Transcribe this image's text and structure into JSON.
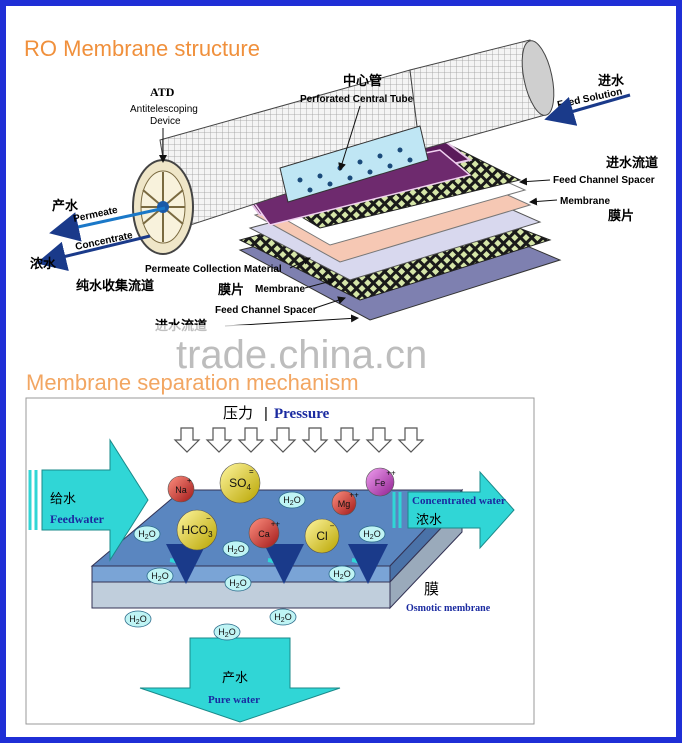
{
  "top": {
    "title": "RO Membrane structure",
    "labels": {
      "atd": "ATD",
      "atd_desc_1": "Antitelescoping",
      "atd_desc_2": "Device",
      "central_tube_cn": "中心管",
      "central_tube_en": "Perforated Central Tube",
      "feed_cn": "进水",
      "feed_en": "Feed Solution",
      "feed_spacer_cn": "进水流道",
      "feed_spacer_en": "Feed Channel Spacer",
      "membrane_en_right": "Membrane",
      "membrane_cn_right": "膜片",
      "permeate_cn": "产水",
      "permeate_en": "Permeate",
      "concentrate_en": "Concentrate",
      "concentrate_cn": "浓水",
      "permeate_collection_en": "Permeate Collection Material",
      "permeate_collection_cn": "纯水收集流道",
      "membrane_cn_bottom": "膜片",
      "membrane_en_bottom": "Membrane",
      "feed_spacer_en_bottom": "Feed Channel Spacer",
      "feed_spacer_cn_bottom": "进水流道"
    }
  },
  "watermark": "trade.china.cn",
  "bottom": {
    "title": "Membrane separation mechanism",
    "pressure_cn": "压力",
    "pressure_en": "Pressure",
    "feedwater_cn": "给水",
    "feedwater_en": "Feedwater",
    "concentrated_en": "Concentrated water",
    "concentrated_cn": "浓水",
    "membrane_cn": "膜",
    "membrane_en": "Osmotic membrane",
    "pure_cn": "产水",
    "pure_en": "Pure water",
    "ions": [
      {
        "base": "Na",
        "charge": "+",
        "color": "#d83030"
      },
      {
        "base": "SO",
        "sub": "4",
        "charge": "=",
        "color": "#e6d21a"
      },
      {
        "base": "Mg",
        "charge": "++",
        "color": "#d83030"
      },
      {
        "base": "Fe",
        "charge": "++",
        "color": "#c040c0"
      },
      {
        "base": "HCO",
        "sub": "3",
        "charge": "−",
        "color": "#e6d21a"
      },
      {
        "base": "Ca",
        "charge": "++",
        "color": "#d83030"
      },
      {
        "base": "Cl",
        "charge": "−",
        "color": "#e6d21a"
      }
    ],
    "water": {
      "base": "H",
      "sub": "2",
      "tail": "O"
    }
  },
  "colors": {
    "frame": "#1f2fd6",
    "title": "#f0903c",
    "arrow_cyan": "#30d6d6",
    "membrane_blue": "#6a98c8",
    "label_blue": "#1a2aa0"
  }
}
